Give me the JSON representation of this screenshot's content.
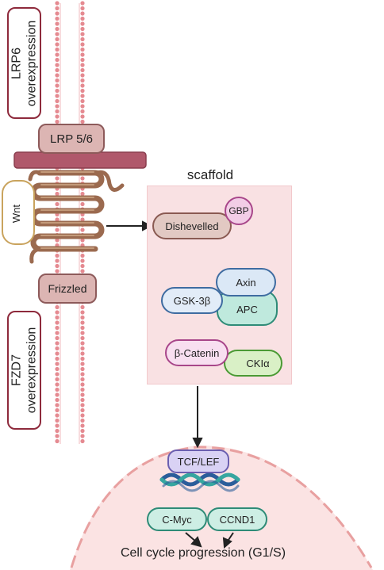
{
  "membrane_labels": {
    "lrp6_line1": "LRP6",
    "lrp6_line2": "overexpression",
    "fzd7_line1": "FZD7",
    "fzd7_line2": "overexpression"
  },
  "receptors": {
    "lrp56": "LRP 5/6",
    "wnt": "Wnt",
    "frizzled": "Frizzled"
  },
  "scaffold": {
    "title": "scaffold",
    "dishevelled": "Dishevelled",
    "gbp": "GBP",
    "gsk3b": "GSK-3β",
    "axin": "Axin",
    "apc": "APC",
    "bcatenin": "β-Catenin",
    "ckia": "CKIα"
  },
  "nucleus": {
    "tcf_lef": "TCF/LEF",
    "cmyc": "C-Myc",
    "ccnd1": "CCND1",
    "cell_cycle": "Cell cycle progression (G1/S)"
  },
  "colors": {
    "membrane_beads": "#e58a91",
    "receptor_bar": "#b0586b",
    "frizzled_loops": "#9b6a4f",
    "inhibition": "#d2323a",
    "nucleus_fill": "#fbe3e3",
    "dna_blue": "#2b5d9a",
    "dna_teal": "#36a6a0"
  }
}
